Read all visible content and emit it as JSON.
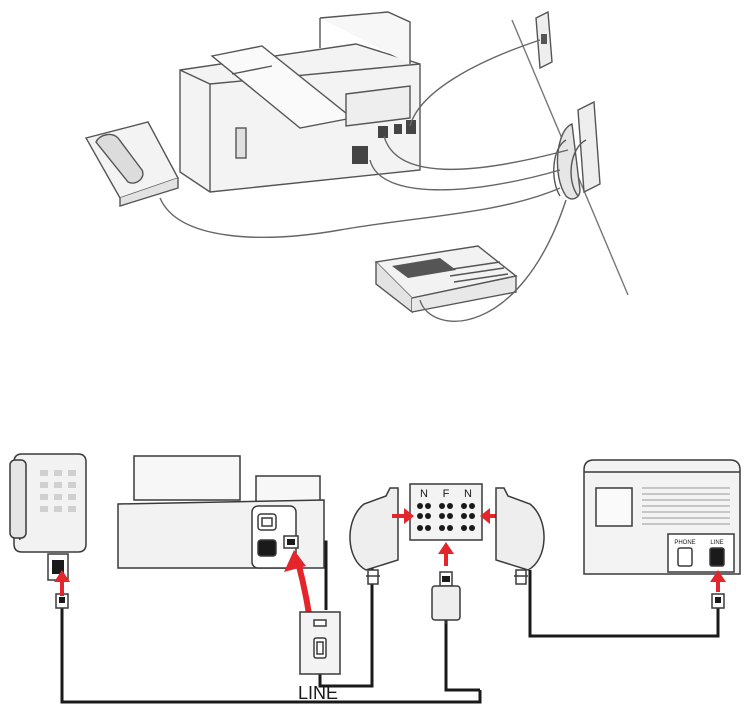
{
  "colors": {
    "stroke": "#3a3a3a",
    "device_fill": "#f2f2f2",
    "device_shade": "#d9d9d9",
    "cable": "#1a1a1a",
    "arrow": "#e4252b"
  },
  "labels": {
    "splitter_top": [
      "N",
      "F",
      "N"
    ],
    "line_jack": "LINE",
    "answering_port_left": "PHONE",
    "answering_port_right": "LINE"
  }
}
